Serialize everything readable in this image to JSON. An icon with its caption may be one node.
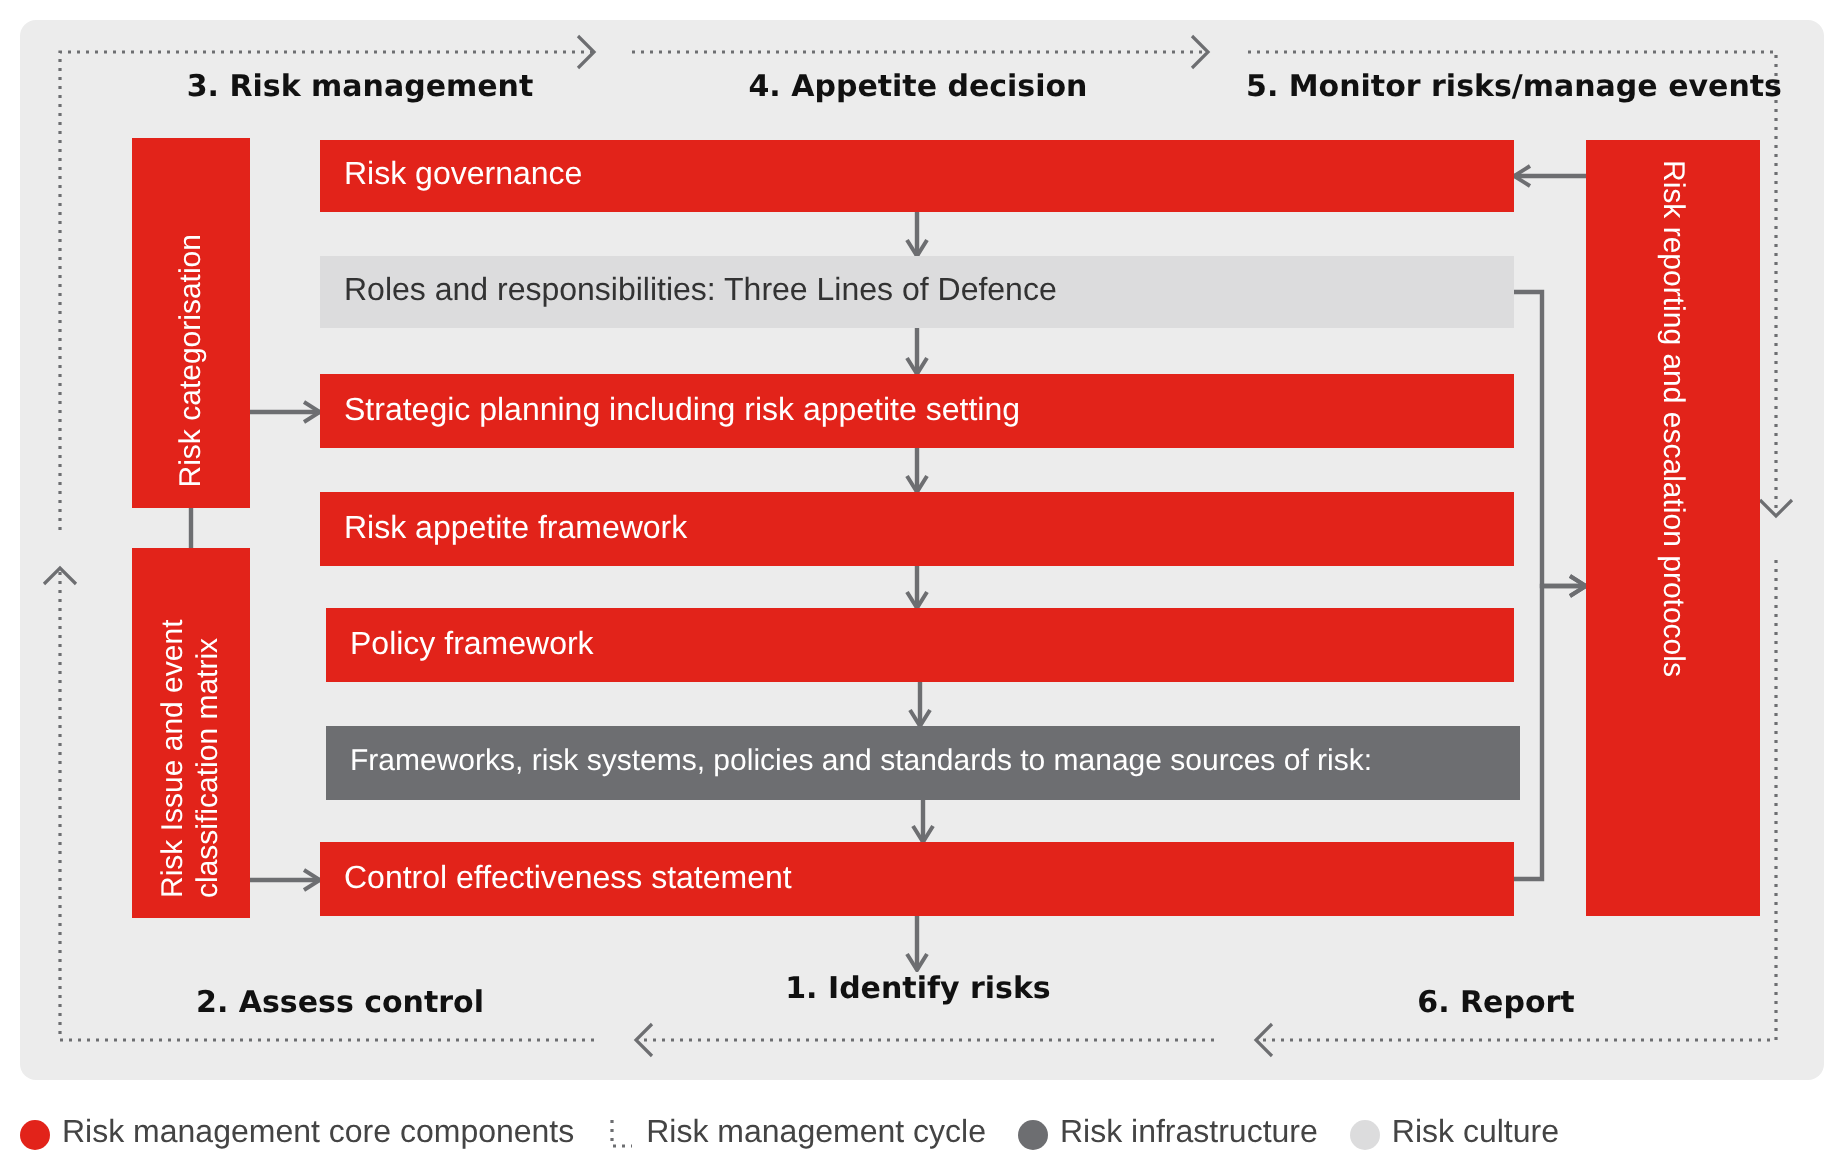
{
  "diagram": {
    "nodes": [
      {
        "text": [
          "Risk governance"
        ]
      },
      {
        "text": [
          "Roles and responsibilities: Three Lines of Defence"
        ]
      },
      {
        "text": [
          "Strategic planning including risk appetite setting"
        ]
      },
      {
        "text": [
          "Risk appetite framework"
        ]
      },
      {
        "text": [
          "Policy framework"
        ]
      },
      {
        "text": [
          "Frameworks, risk systems, policies and standards to manage sources of risk:"
        ]
      },
      {
        "text": [
          "Control effectiveness statement"
        ]
      },
      {
        "text": [
          "Risk categorisation"
        ]
      },
      {
        "text": [
          "Risk Issue and event classification matrix"
        ]
      },
      {
        "text": [
          "Risk reporting and escalation protocols"
        ]
      },
      {
        "text": [
          "1. Identify risks"
        ]
      }
    ],
    "edges": [
      {
        "from": 0,
        "to": 1,
        "arrow": "to"
      },
      {
        "from": 1,
        "to": 2,
        "arrow": "to"
      },
      {
        "from": 2,
        "to": 3,
        "arrow": "to"
      },
      {
        "from": 3,
        "to": 4,
        "arrow": "to"
      },
      {
        "from": 4,
        "to": 5,
        "arrow": "to"
      },
      {
        "from": 5,
        "to": 6,
        "arrow": "to"
      },
      {
        "from": 6,
        "to": 10,
        "arrow": "to"
      },
      {
        "from": 7,
        "to": 2,
        "arrow": "to"
      },
      {
        "from": 7,
        "to": 8,
        "arrow": "none"
      },
      {
        "from": 8,
        "to": 6,
        "arrow": "to"
      },
      {
        "from": 9,
        "to": 0,
        "arrow": "to"
      },
      {
        "from": 1,
        "to": 9,
        "arrow": "to"
      },
      {
        "from": 6,
        "to": 9,
        "arrow": "to"
      }
    ],
    "labels": [
      "3. Risk management",
      "4. Appetite decision",
      "5. Monitor risks/manage events",
      "2. Assess control",
      "6. Report"
    ],
    "legend": [
      {
        "text": "Risk management core components",
        "color": "#e2231a"
      },
      {
        "text": "Risk management cycle"
      },
      {
        "text": "Risk infrastructure",
        "color": "#6d6e71"
      },
      {
        "text": "Risk culture",
        "color": "#dcdcdd"
      }
    ]
  }
}
